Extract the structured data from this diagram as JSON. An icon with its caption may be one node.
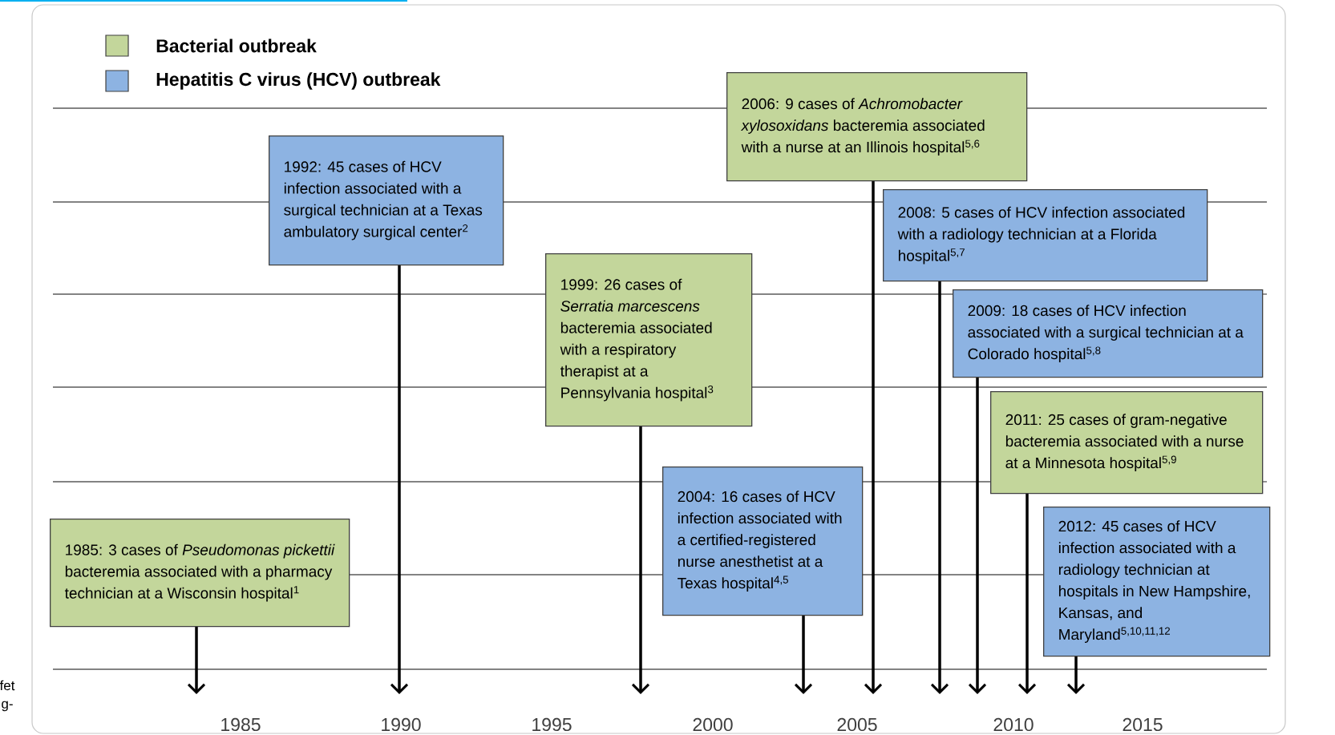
{
  "diagram": {
    "nodes": [
      {
        "text": [
          "1985: 3 cases of *Pseudomonas pickettii* bacteremia associated with a pharmacy technician at a Wisconsin hospital$^{1}$"
        ]
      },
      {
        "text": [
          "1992: 45 cases of HCV infection associated with a surgical technician at a Texas ambulatory surgical center$^{2}$"
        ]
      },
      {
        "text": [
          "1999: 26 cases of *Serratia marcescens* bacteremia associated with a respiratory therapist at a Pennsylvania hospital$^{3}$"
        ]
      },
      {
        "text": [
          "2004: 16 cases of HCV infection associated with a certified-registered nurse anesthetist at a Texas hospital$^{4,5}$"
        ]
      },
      {
        "text": [
          "2006: 9 cases of *Achromobacter xylosoxidans* bacteremia associated with a nurse at an Illinois hospital$^{5,6}$"
        ]
      },
      {
        "text": [
          "2008: 5 cases of HCV infection associated with a radiology technician at a Florida hospital$^{5,7}$"
        ]
      },
      {
        "text": [
          "2009: 18 cases of HCV infection associated with a surgical technician at a Colorado hospital$^{5,8}$"
        ]
      },
      {
        "text": [
          "2011: 25 cases of gram-negative bacteremia associated with a nurse at a Minnesota hospital$^{5,9}$"
        ]
      },
      {
        "text": [
          "2012: 45 cases of HCV infection associated with a radiology technician at hospitals in New Hampshire, Kansas, and Maryland$^{5,10,11,12}$"
        ]
      }
    ],
    "edges": [
      {
        "from": 0,
        "to": null,
        "arrow": "to"
      },
      {
        "from": 1,
        "to": null,
        "arrow": "to"
      },
      {
        "from": 2,
        "to": null,
        "arrow": "to"
      },
      {
        "from": 3,
        "to": null,
        "arrow": "to"
      },
      {
        "from": 4,
        "to": null,
        "arrow": "to"
      },
      {
        "from": 5,
        "to": null,
        "arrow": "to"
      },
      {
        "from": 6,
        "to": null,
        "arrow": "to"
      },
      {
        "from": 7,
        "to": null,
        "arrow": "to"
      },
      {
        "from": 8,
        "to": null,
        "arrow": "to"
      }
    ],
    "labels": [
      "fet",
      "g-",
      "1985",
      "1990",
      "1995",
      "2000",
      "2005",
      "2010",
      "2015"
    ],
    "legend": [
      {
        "text": "Bacterial outbreak",
        "color": "#c3d69b"
      },
      {
        "text": "Hepatitis C  virus (HCV) outbreak",
        "color": "#8db3e2"
      }
    ]
  }
}
